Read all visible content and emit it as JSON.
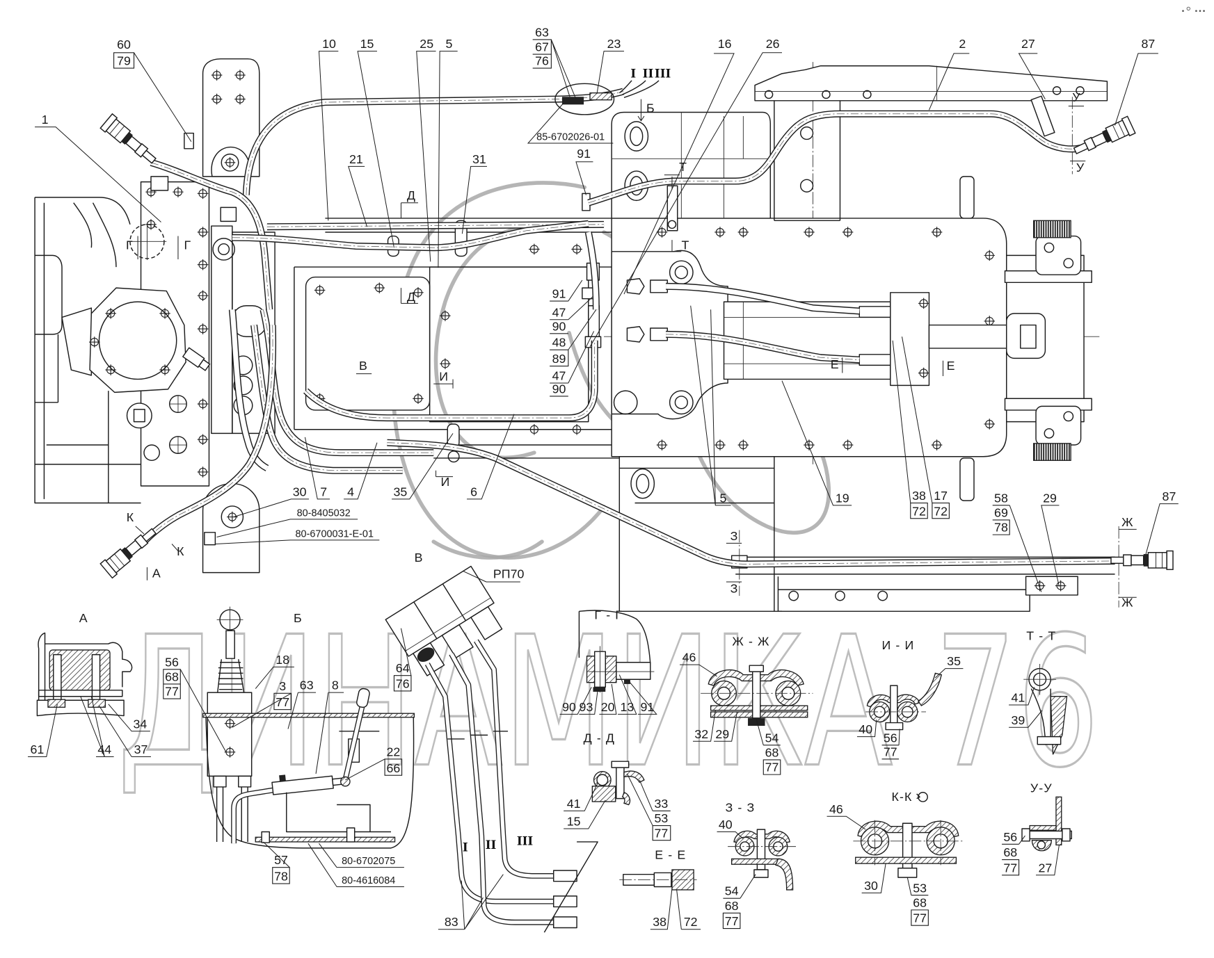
{
  "main_view": {
    "callouts": [
      {
        "lines": [
          "60",
          "79"
        ]
      },
      {
        "lines": [
          "1"
        ]
      },
      {
        "lines": [
          "10"
        ]
      },
      {
        "lines": [
          "15"
        ]
      },
      {
        "lines": [
          "25"
        ]
      },
      {
        "lines": [
          "5"
        ]
      },
      {
        "lines": [
          "63",
          "67",
          "76"
        ]
      },
      {
        "lines": [
          "23"
        ]
      },
      {
        "lines": [
          "16"
        ]
      },
      {
        "lines": [
          "26"
        ]
      },
      {
        "lines": [
          "2"
        ]
      },
      {
        "lines": [
          "27"
        ]
      },
      {
        "lines": [
          "87"
        ]
      },
      {
        "lines": [
          "21"
        ]
      },
      {
        "lines": [
          "31"
        ]
      },
      {
        "lines": [
          "91"
        ]
      },
      {
        "lines": [
          "85-6702026-01"
        ]
      },
      {
        "lines": [
          "91",
          "47",
          "90",
          "48",
          "89",
          "47",
          "90"
        ]
      },
      {
        "lines": [
          "30"
        ]
      },
      {
        "lines": [
          "7"
        ]
      },
      {
        "lines": [
          "4"
        ]
      },
      {
        "lines": [
          "35"
        ]
      },
      {
        "lines": [
          "6"
        ]
      },
      {
        "lines": [
          "5"
        ]
      },
      {
        "lines": [
          "19"
        ]
      },
      {
        "lines": [
          "38",
          "72"
        ]
      },
      {
        "lines": [
          "17",
          "72"
        ]
      },
      {
        "lines": [
          "58",
          "69",
          "78"
        ]
      },
      {
        "lines": [
          "29"
        ]
      },
      {
        "lines": [
          "87"
        ]
      },
      {
        "lines": [
          "80-8405032"
        ]
      },
      {
        "lines": [
          "80-6700031-Е-01"
        ]
      }
    ],
    "section_marks": [
      "Б",
      "Т",
      "Т",
      "Д",
      "Д",
      "Г",
      "Г",
      "В",
      "И",
      "И",
      "Е",
      "Е",
      "У",
      "У",
      "К",
      "К",
      "А",
      "З",
      "З",
      "Ж",
      "Ж"
    ],
    "line_markers": [
      "I",
      "II",
      "III"
    ]
  },
  "detail_views": [
    {
      "title": "А",
      "callouts": [
        [
          "34"
        ],
        [
          "61"
        ],
        [
          "44"
        ],
        [
          "37"
        ]
      ]
    },
    {
      "title": "Б",
      "callouts": [
        [
          "56",
          "68",
          "77"
        ],
        [
          "18"
        ],
        [
          "3",
          "77"
        ],
        [
          "63"
        ],
        [
          "8"
        ],
        [
          "22",
          "66"
        ],
        [
          "57",
          "78"
        ],
        [
          "80-6702075"
        ],
        [
          "80-4616084"
        ]
      ]
    },
    {
      "title": "В",
      "callouts": [
        [
          "РП70"
        ],
        [
          "64",
          "76"
        ],
        [
          "83"
        ]
      ],
      "line_markers": [
        "I",
        "II",
        "III"
      ]
    },
    {
      "title": "Г - Г",
      "callouts": [
        [
          "90"
        ],
        [
          "93"
        ],
        [
          "20"
        ],
        [
          "13"
        ],
        [
          "91"
        ]
      ]
    },
    {
      "title": "Д - Д",
      "callouts": [
        [
          "41"
        ],
        [
          "15"
        ],
        [
          "33",
          "53",
          "77"
        ]
      ]
    },
    {
      "title": "Е - Е",
      "callouts": [
        [
          "38"
        ],
        [
          "72"
        ]
      ]
    },
    {
      "title": "Ж - Ж",
      "callouts": [
        [
          "46"
        ],
        [
          "32"
        ],
        [
          "29"
        ],
        [
          "54",
          "68",
          "77"
        ]
      ]
    },
    {
      "title": "З - З",
      "callouts": [
        [
          "40"
        ],
        [
          "54",
          "68",
          "77"
        ]
      ]
    },
    {
      "title": "И - И",
      "callouts": [
        [
          "35"
        ],
        [
          "40"
        ],
        [
          "56",
          "77"
        ]
      ]
    },
    {
      "title": "К-К",
      "callouts": [
        [
          "46"
        ],
        [
          "30"
        ],
        [
          "53",
          "68",
          "77"
        ]
      ]
    },
    {
      "title": "Т - Т",
      "callouts": [
        [
          "41"
        ],
        [
          "39"
        ]
      ]
    },
    {
      "title": "У-У",
      "callouts": [
        [
          "56",
          "68",
          "77"
        ],
        [
          "27"
        ]
      ]
    }
  ],
  "watermark": {
    "text": "ДИНАМИКА 76"
  },
  "colors": {
    "ink": "#1c1c1c",
    "watermark": "#bdbdbd",
    "logo_swirl": "#a8a8a8",
    "background": "#ffffff"
  }
}
